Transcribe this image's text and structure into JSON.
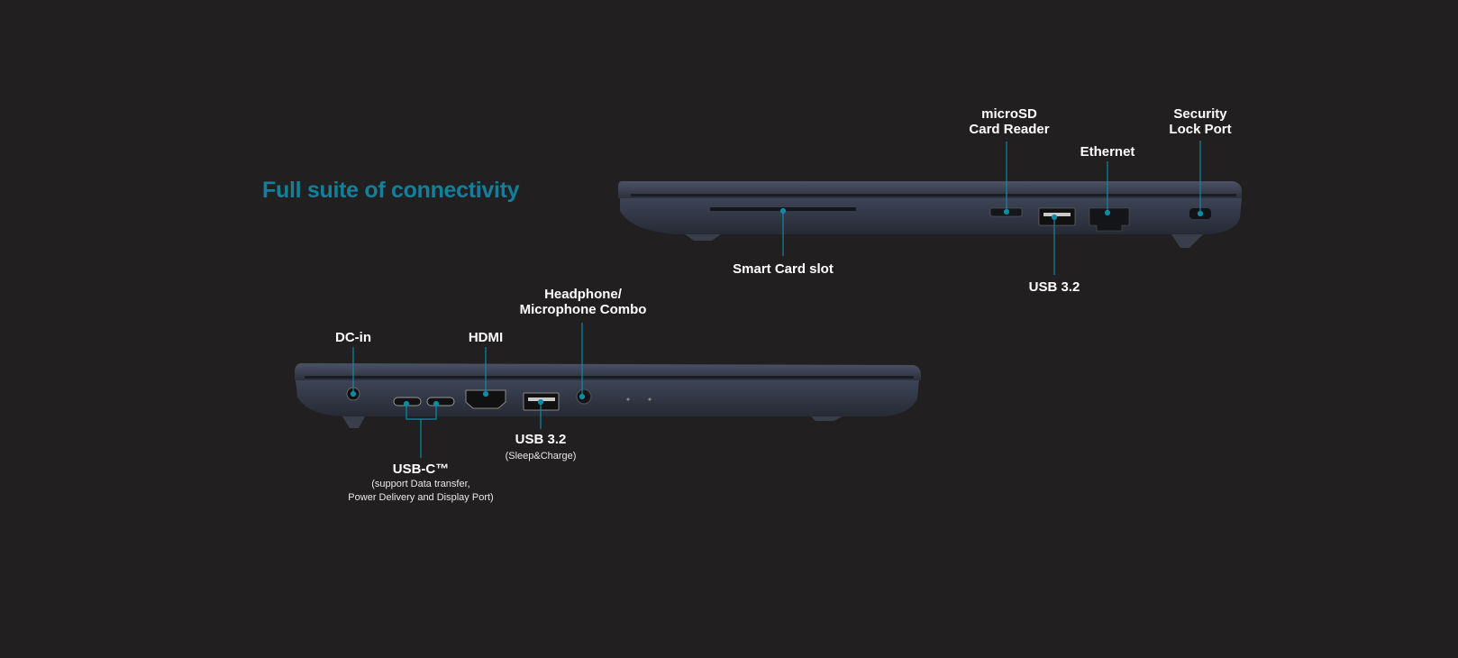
{
  "title": "Full suite of connectivity",
  "colors": {
    "accent": "#12809c",
    "background": "#221f20",
    "callout": "#0f8aa5"
  },
  "top_view": {
    "labels": {
      "microsd": [
        "microSD",
        "Card Reader"
      ],
      "ethernet": "Ethernet",
      "security": [
        "Security",
        "Lock Port"
      ],
      "smartcard": "Smart Card slot",
      "usb": "USB 3.2"
    }
  },
  "side_view": {
    "labels": {
      "headphone": [
        "Headphone/",
        "Microphone Combo"
      ],
      "dcin": "DC-in",
      "hdmi": "HDMI",
      "usb": "USB 3.2",
      "usb_note": "(Sleep&Charge)",
      "usbc": "USB-C™",
      "usbc_note": [
        "(support Data transfer,",
        "Power Delivery and Display Port)"
      ]
    }
  }
}
